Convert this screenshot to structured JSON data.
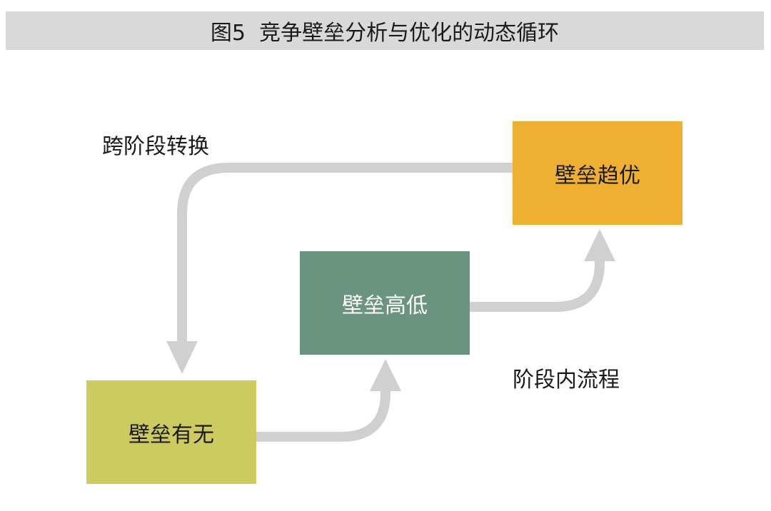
{
  "title": "图5  竞争壁垒分析与优化的动态循环",
  "labels": {
    "cross_stage": "跨阶段转换",
    "within_stage": "阶段内流程"
  },
  "nodes": [
    {
      "label": "壁垒有无",
      "color": "#cdcb5f"
    },
    {
      "label": "壁垒高低",
      "color": "#6a947f"
    },
    {
      "label": "壁垒趋优",
      "color": "#efb032"
    }
  ],
  "arrow_color": "#d0d0d0"
}
